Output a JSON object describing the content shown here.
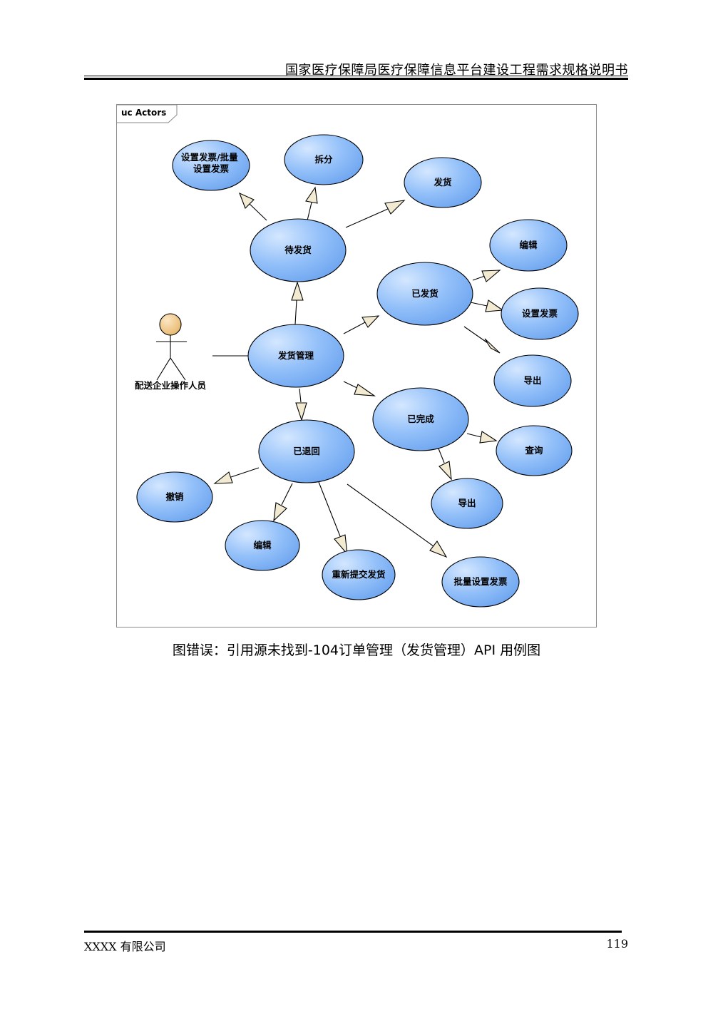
{
  "header": {
    "title": "国家医疗保障局医疗保障信息平台建设工程需求规格说明书"
  },
  "diagram": {
    "frame_label": "uc Actors",
    "actor": {
      "name": "配送企业操作人员"
    },
    "use_cases": {
      "invoice_set": "设置发票/批量设置发票",
      "split": "拆分",
      "ship": "发货",
      "pending": "待发货",
      "shipped": "已发货",
      "shipped_edit": "编辑",
      "shipped_invoice": "设置发票",
      "shipped_export": "导出",
      "manage": "发货管理",
      "completed": "已完成",
      "completed_query": "查询",
      "completed_export": "导出",
      "returned": "已退回",
      "returned_cancel": "撤销",
      "returned_edit": "编辑",
      "returned_resubmit": "重新提交发货",
      "returned_batch_invoice": "批量设置发票"
    }
  },
  "caption": "图错误：引用源未找到-104订单管理（发货管理）API 用例图",
  "footer": {
    "company": "XXXX 有限公司",
    "page_number": "119"
  }
}
